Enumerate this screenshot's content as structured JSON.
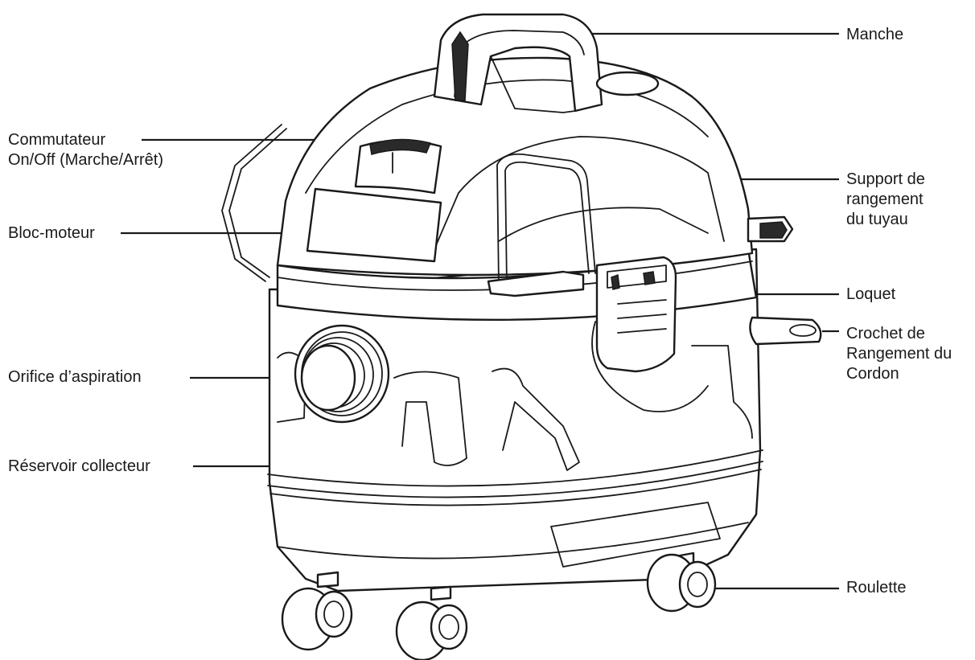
{
  "labels": {
    "manche": "Manche",
    "commutateur_1": "Commutateur",
    "commutateur_2": "On/Off (Marche/Arrêt)",
    "support_1": "Support de",
    "support_2": "rangement",
    "support_3": "du tuyau",
    "bloc_moteur": "Bloc-moteur",
    "loquet": "Loquet",
    "crochet_1": "Crochet de",
    "crochet_2": "Rangement du",
    "crochet_3": "Cordon",
    "orifice": "Orifice d’aspiration",
    "reservoir": "Réservoir collecteur",
    "roulette": "Roulette"
  }
}
